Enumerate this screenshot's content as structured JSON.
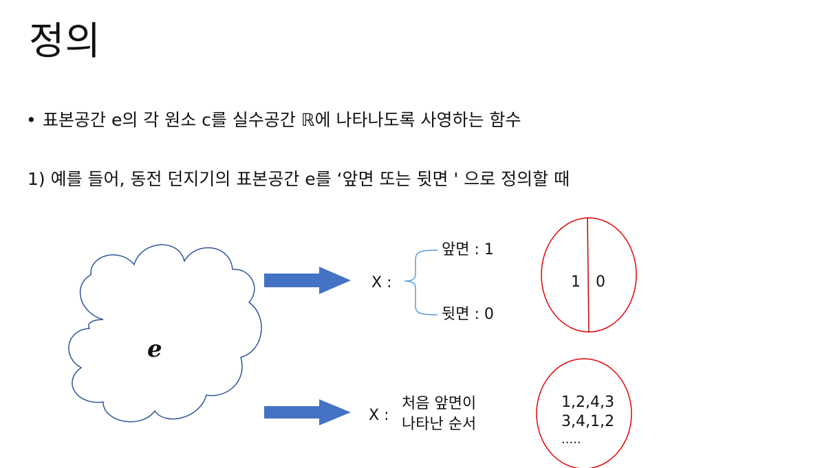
{
  "slide": {
    "title": "정의",
    "bullet_marker": "•",
    "bullet_text": "표본공간 e의 각 원소 c를 실수공간 ℝ에 나타나도록 사영하는 함수",
    "example_text": "1) 예를 들어, 동전 던지기의 표본공간 e를 ‘앞면 또는 뒷면 ' 으로 정의할 때"
  },
  "diagram": {
    "cloud_label": "e",
    "mapping1": {
      "x_label": "X :",
      "front": "앞면 : 1",
      "back": "뒷면 : 0",
      "ellipse_left": "1",
      "ellipse_right": "0"
    },
    "mapping2": {
      "x_label": "X :",
      "desc_line1": "처음 앞면이",
      "desc_line2": "나타난 순서",
      "values": [
        "1,2,4,3",
        "3,4,1,2",
        "....."
      ]
    },
    "colors": {
      "arrow": "#4472c4",
      "cloud_stroke": "#2f5597",
      "ellipse": "#e00000",
      "brace": "#5b9bd5"
    }
  }
}
